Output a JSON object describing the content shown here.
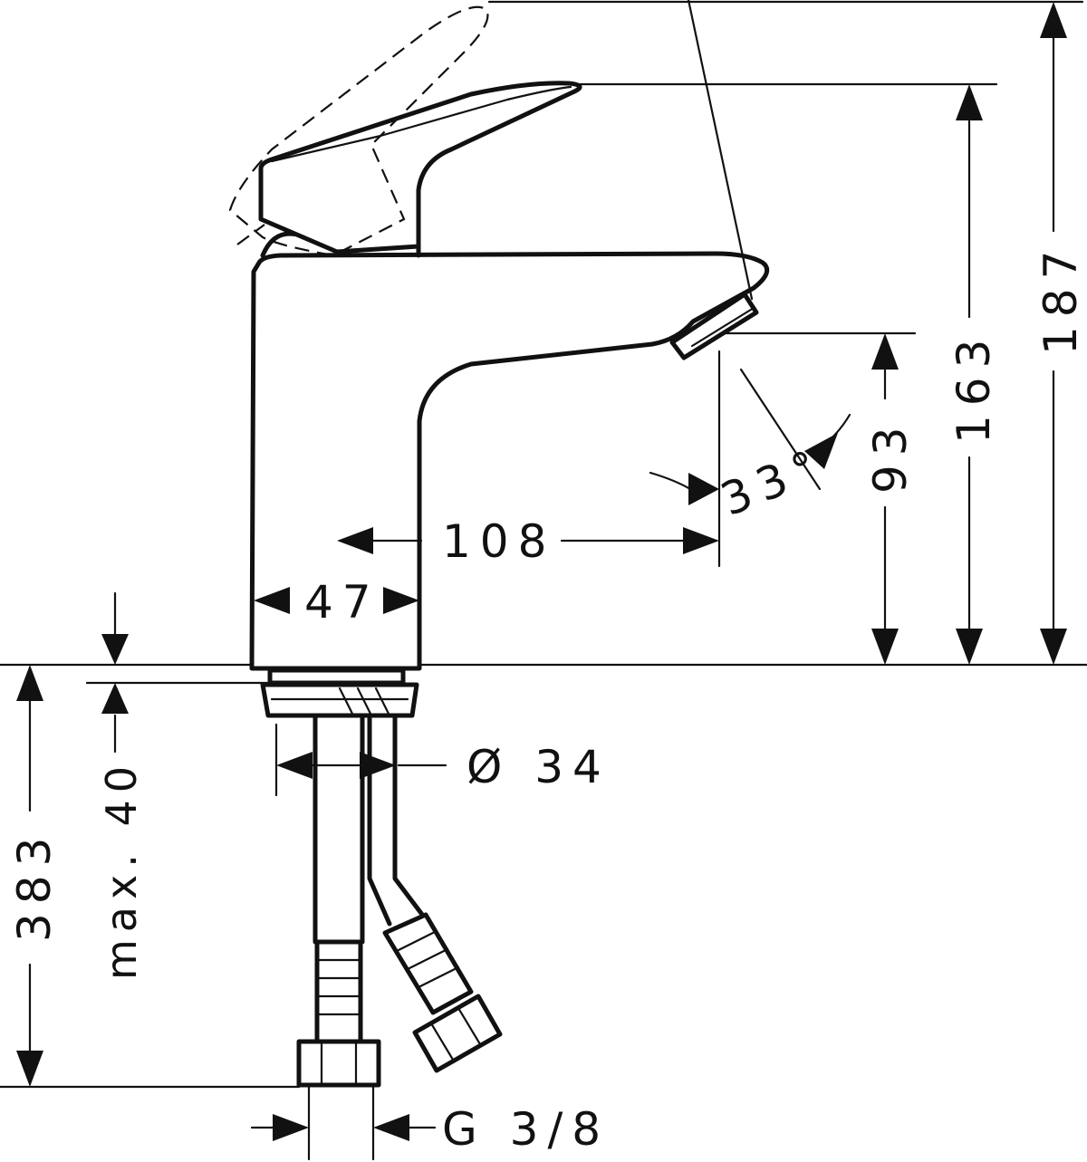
{
  "dimensions": {
    "overall_height": "187",
    "handle_height": "163",
    "spout_height": "93",
    "spout_angle": "33°",
    "spout_reach": "108",
    "body_width": "47",
    "max_deck_thickness": "max. 40",
    "hole_diameter": "Ø 34",
    "hose_length": "383",
    "connection_thread": "G 3/8"
  }
}
